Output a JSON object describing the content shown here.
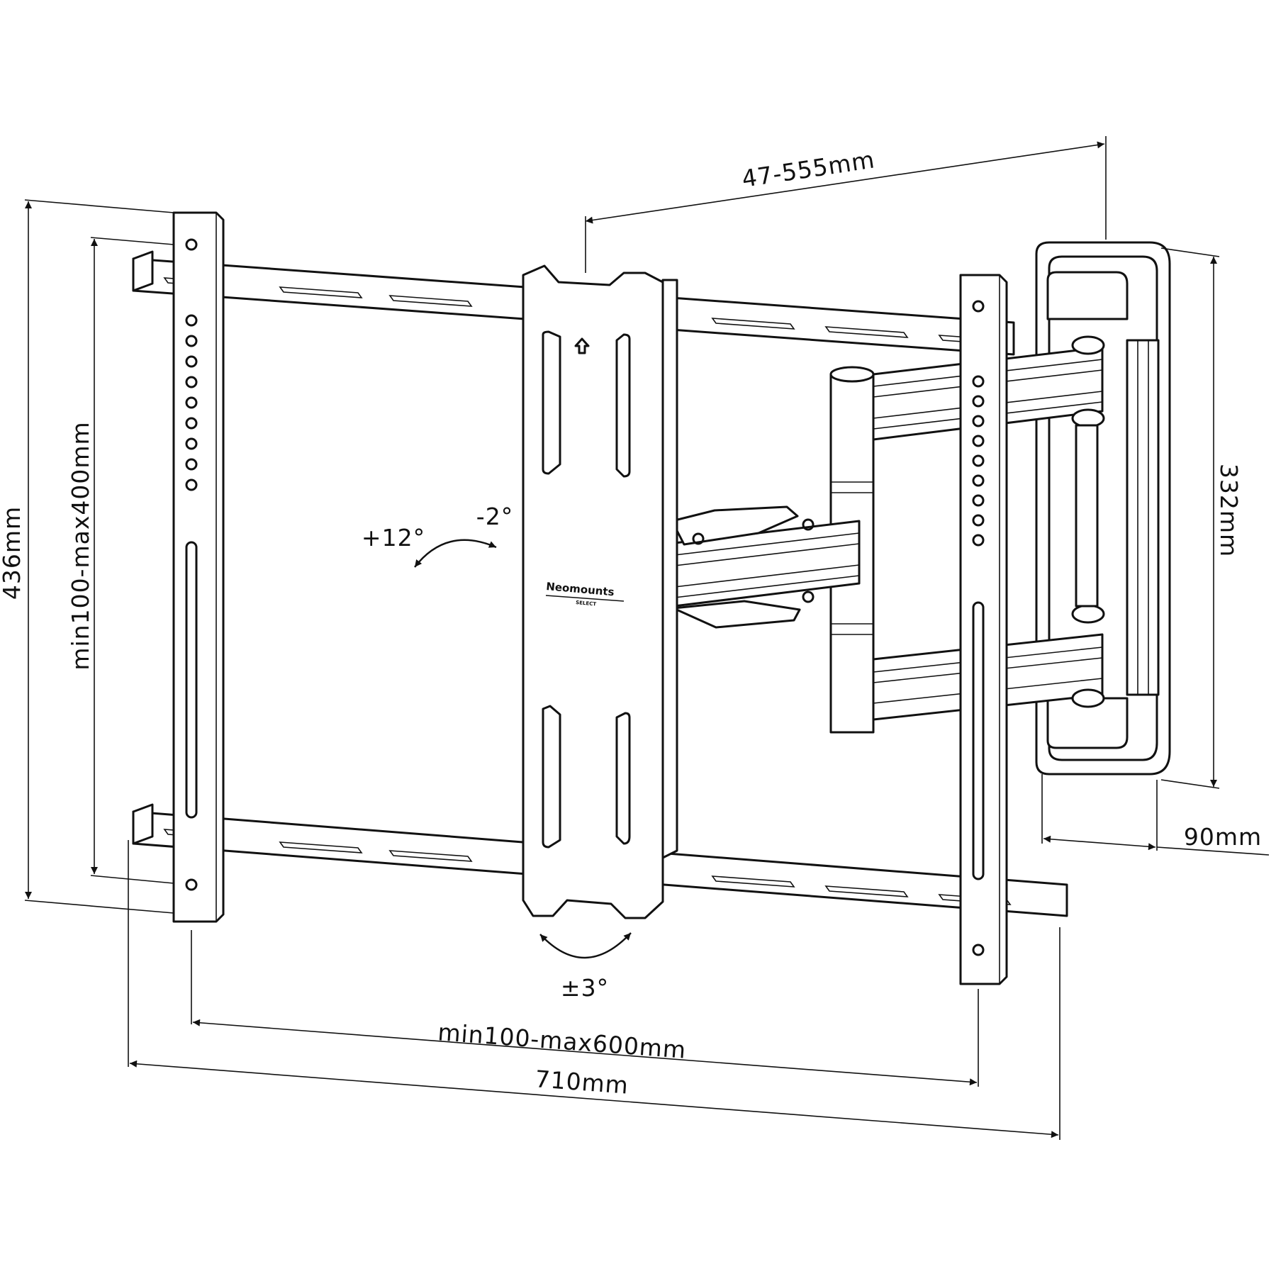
{
  "diagram": {
    "dimensions": {
      "arm_extension": "47-555mm",
      "overall_height": "436mm",
      "vesa_vertical": "min100-max400mm",
      "wall_plate_height": "332mm",
      "wall_plate_depth": "90mm",
      "vesa_horizontal": "min100-max600mm",
      "overall_width": "710mm"
    },
    "angles": {
      "tilt_up": "+12°",
      "tilt_down": "-2°",
      "rotation": "±3°"
    },
    "brand": {
      "name": "Neomounts",
      "sub": "SELECT"
    },
    "colors": {
      "line": "#111111",
      "background": "#ffffff"
    }
  }
}
